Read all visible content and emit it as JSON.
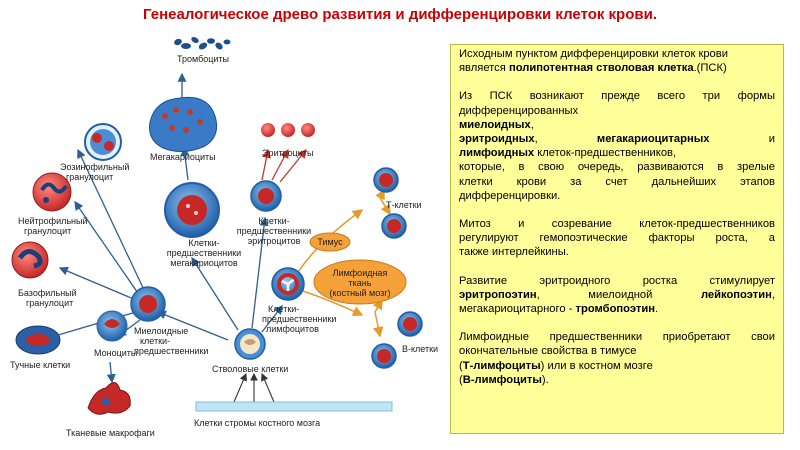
{
  "title": "Генеалогическое древо развития и дифференцировки клеток крови.",
  "diagram": {
    "platelets": "Тромбоциты",
    "megakaryocytes": "Мегакариоциты",
    "erythrocytes": "Эритроциты",
    "eosinophil_1": "Эозинофильный",
    "eosinophil_2": "гранулоцит",
    "neutrophil_1": "Нейтрофильный",
    "neutrophil_2": "гранулоцит",
    "basophil_1": "Базофильный",
    "basophil_2": "гранулоцит",
    "mast_cells": "Тучные клетки",
    "monocytes": "Моноциты",
    "macrophages": "Тканевые макрофаги",
    "meg_prec_1": "Клетки-",
    "meg_prec_2": "предшественники",
    "meg_prec_3": "мегакариоцитов",
    "ery_prec_1": "Клетки-",
    "ery_prec_2": "предшественники",
    "ery_prec_3": "эритроцитов",
    "myeloid_1": "Миелоидные",
    "myeloid_2": "клетки-",
    "myeloid_3": "предшественники",
    "lymph_prec_1": "Клетки-",
    "lymph_prec_2": "предшественники",
    "lymph_prec_3": "лимфоцитов",
    "thymus": "Тимус",
    "lymphoid_1": "Лимфоидная",
    "lymphoid_2": "ткань",
    "lymphoid_3": "(костный мозг)",
    "t_cells": "Т-клетки",
    "b_cells": "В-клетки",
    "stem_cells": "Стволовые клетки",
    "stroma": "Клетки стромы костного мозга"
  },
  "panel": {
    "p1_l1": "Исходным пунктом дифференцировки клеток крови",
    "p1_l2a": "является ",
    "p1_l2b": "полипотентная стволовая клетка",
    "p1_l2c": ".(ПСК)",
    "p2_l1": " Из ПСК возникают прежде всего три формы",
    "p2_l2": "дифференцированных",
    "p2_l3": "миелоидных",
    "p2_l3b": ",",
    "p2_l4a": "эритроидных",
    "p2_l4b": "мегакариоцитарных",
    "p2_l4c": "и",
    "p2_l5a": "лимфоидных",
    "p2_l5b": " клеток-предшественников,",
    "p2_l6": "которые, в свою очередь, развиваются в зрелые",
    "p2_l7": "клетки крови за счет дальнейших этапов",
    "p2_l8": "дифференцировки.",
    "p3_l1": "Митоз и созревание клеток-предшественников",
    "p3_l2": "регулируют гемопоэтические факторы роста, а",
    "p3_l3": "также интерлейкины.",
    "p4_l1": "Развитие эритроидного ростка стимулирует",
    "p4_l2a": "эритропоэтин",
    "p4_l2b": ", миелоидной",
    "p4_l2c": "лейкопоэтин",
    "p4_l2d": ",",
    "p4_l3a": "мегакариоцитарного - ",
    "p4_l3b": "тромбопоэтин",
    "p4_l3c": ".",
    "p5_l1": "Лимфоидные предшественники приобретают свои",
    "p5_l2": "окончательные свойства в тимусе",
    "p5_l3a": "(",
    "p5_l3b": "Т-лимфоциты",
    "p5_l3c": ") или в костном мозге",
    "p5_l4a": "(",
    "p5_l4b": "В-лимфоциты",
    "p5_l4c": ")."
  },
  "colors": {
    "title": "#cc0000",
    "panel_bg": "#ffff99",
    "cell_blue": "#2b6cb0",
    "cell_red": "#d32f2f",
    "arrow_blue": "#2f5f8f",
    "thymus_orange": "#f4a13a"
  }
}
